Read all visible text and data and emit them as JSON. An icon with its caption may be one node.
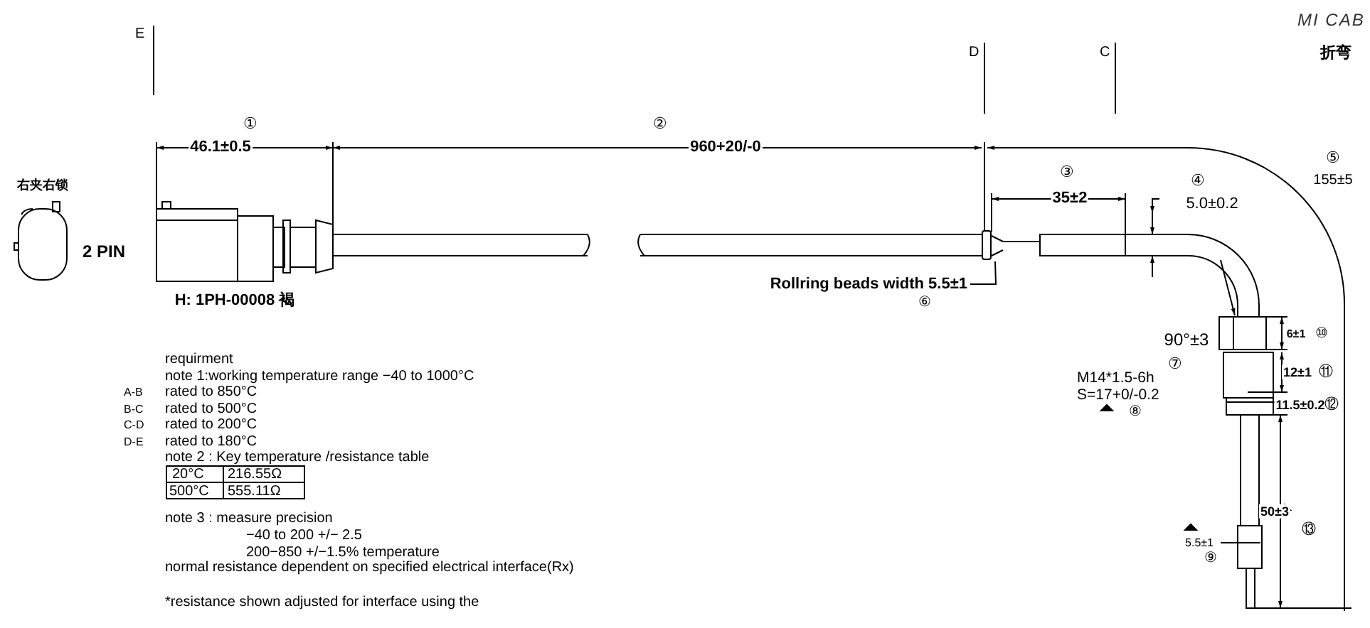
{
  "diagram": {
    "nodes": [
      {
        "text": [
          "Rollring beads width 5.5±1"
        ]
      },
      {
        "text": [],
        "shape": "bar"
      }
    ],
    "edges": [
      {
        "from": 0,
        "to": 1,
        "arrow": "none"
      }
    ],
    "labels": [
      "E",
      "D",
      "C",
      "MI CAB",
      "折弯",
      "①",
      "46.1±0.5",
      "②",
      "960+20/-0",
      "右夹右锁",
      "2 PIN",
      "H: 1PH-00008 褐",
      "③",
      "35±2",
      "④",
      "5.0±0.2",
      "⑤",
      "155±5",
      "⑥",
      "90°±3",
      "⑦",
      "6±1",
      "⑩",
      "M14*1.5-6h",
      "S=17+0/-0.2",
      "⑧",
      "12±1",
      "⑪",
      "11.5±0.2",
      "⑫",
      "50±3",
      "⑬",
      "5.5±1",
      "⑨",
      "requirment",
      "note 1:working temperature range −40 to 1000°C",
      "A-B",
      "rated to 850°C",
      "B-C",
      "rated to 500°C",
      "C-D",
      "rated to 200°C",
      "D-E",
      "rated to 180°C",
      "note 2 : Key temperature /resistance table",
      "20°C",
      "216.55Ω",
      "500°C",
      "555.11Ω",
      "note 3 : measure precision",
      "−40 to 200 +/− 2.5",
      "200−850 +/−1.5% temperature",
      "normal resistance dependent on specified electrical interface(Rx)",
      "*resistance shown adjusted for interface using the"
    ]
  }
}
